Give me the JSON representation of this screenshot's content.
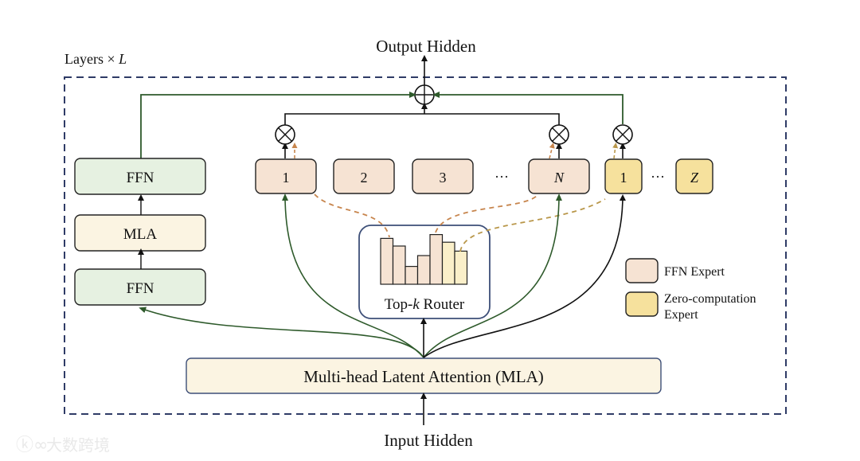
{
  "title_output": "Output Hidden",
  "title_input": "Input Hidden",
  "layers_label": {
    "prefix": "Layers × ",
    "var": "L"
  },
  "left_stack": [
    {
      "label": "FFN",
      "kind": "ffn"
    },
    {
      "label": "MLA",
      "kind": "mla"
    },
    {
      "label": "FFN",
      "kind": "ffn"
    }
  ],
  "ffn_experts": [
    {
      "label": "1",
      "italic": false,
      "selected": true
    },
    {
      "label": "2",
      "italic": false,
      "selected": false
    },
    {
      "label": "3",
      "italic": false,
      "selected": false
    },
    {
      "label": "N",
      "italic": true,
      "selected": true
    }
  ],
  "zero_experts": [
    {
      "label": "1",
      "italic": false,
      "selected": true
    },
    {
      "label": "Z",
      "italic": true,
      "selected": false
    }
  ],
  "ellipsis": "···",
  "router": {
    "label_prefix": "Top-",
    "label_var": "k",
    "label_suffix": " Router",
    "bars": [
      {
        "value": 0.72,
        "type": "ffn"
      },
      {
        "value": 0.6,
        "type": "ffn"
      },
      {
        "value": 0.28,
        "type": "ffn"
      },
      {
        "value": 0.45,
        "type": "ffn"
      },
      {
        "value": 0.78,
        "type": "ffn"
      },
      {
        "value": 0.66,
        "type": "zero"
      },
      {
        "value": 0.52,
        "type": "zero"
      }
    ]
  },
  "mla_main": "Multi-head Latent Attention (MLA)",
  "legend": [
    {
      "label_lines": [
        "FFN Expert"
      ],
      "kind": "ffn"
    },
    {
      "label_lines": [
        "Zero-computation",
        "Expert"
      ],
      "kind": "zero"
    }
  ],
  "watermark": "大数跨境",
  "colors": {
    "ffn_green_fill": "#e6f1e1",
    "mla_fill": "#fbf4e2",
    "ffn_expert_fill": "#f6e3d3",
    "zero_expert_fill": "#f6e19d",
    "router_border": "#3d4f78",
    "dashed_border": "#2f3b66",
    "green_line": "#2e5a2b",
    "orange_dash": "#c7854d",
    "gold_dash": "#b9974a"
  }
}
